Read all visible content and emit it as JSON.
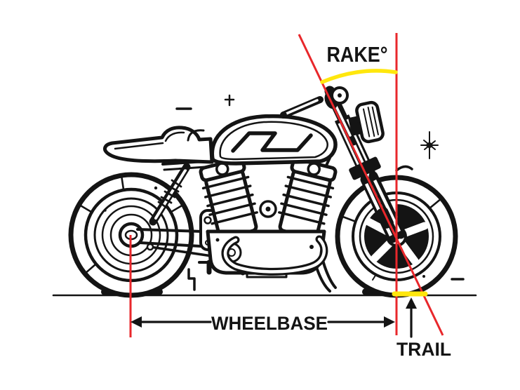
{
  "diagram": {
    "labels": {
      "rake": "RAKE°",
      "wheelbase": "WHEELBASE",
      "trail": "TRAIL"
    },
    "colors": {
      "ink": "#141414",
      "annotation_red": "#e8272b",
      "highlight_yellow": "#ffe70d",
      "background": "#ffffff"
    },
    "icons": {
      "wheelbase_arrow": "double-headed-arrow",
      "trail_arrow": "up-arrow",
      "rake_arc": "angle-arc",
      "sparkle": "sparkle-star"
    }
  }
}
